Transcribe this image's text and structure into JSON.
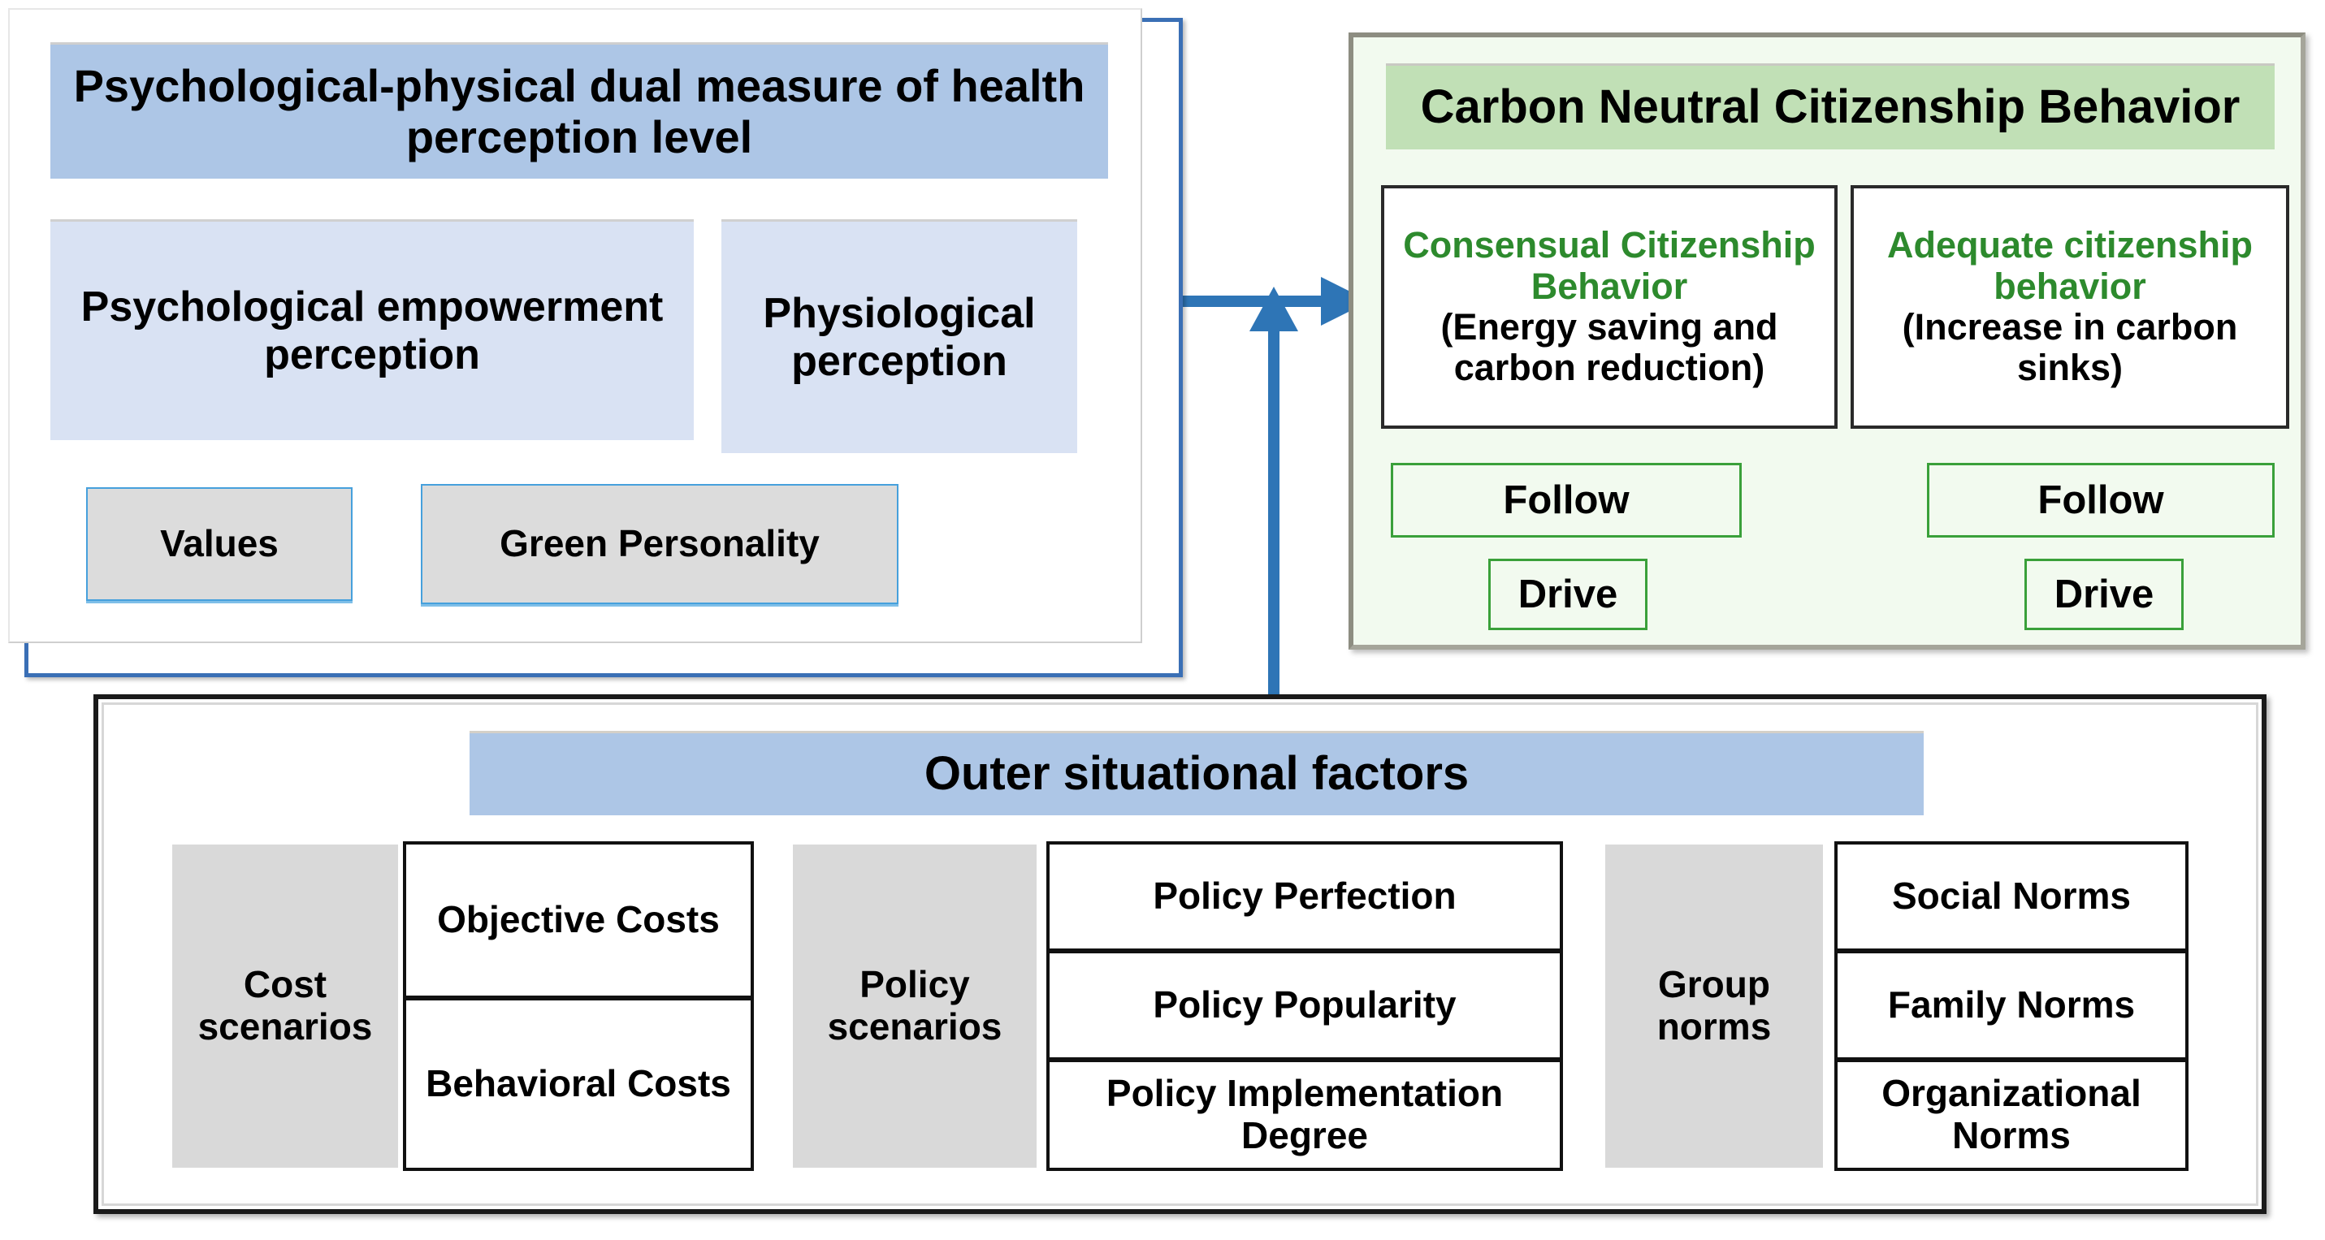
{
  "colors": {
    "blue_frame": "#3a6fb5",
    "header_blue": "#adc6e6",
    "light_blue": "#d9e2f3",
    "grey_box": "#d9d9d9",
    "green_header": "#c1e0b6",
    "green_panel": "#f2faef",
    "green_text": "#2d8a2d",
    "green_border": "#3aa03a",
    "arrow_blue": "#2e75b6",
    "connector_cyan": "#00b0f0",
    "black": "#000000"
  },
  "left_panel": {
    "title": "Psychological-physical dual measure of health perception level",
    "children": [
      {
        "label": "Psychological empowerment perception"
      },
      {
        "label": "Physiological perception"
      }
    ],
    "grandchildren": [
      {
        "label": "Values"
      },
      {
        "label": "Green Personality"
      }
    ]
  },
  "right_panel": {
    "title": "Carbon Neutral Citizenship Behavior",
    "behaviors": [
      {
        "green_title": "Consensual Citizenship Behavior",
        "black_subtitle": "(Energy saving and carbon reduction)",
        "follow_label": "Follow",
        "drive_label": "Drive"
      },
      {
        "green_title": "Adequate citizenship behavior",
        "black_subtitle": "(Increase in carbon sinks)",
        "follow_label": "Follow",
        "drive_label": "Drive"
      }
    ]
  },
  "bottom_panel": {
    "title": "Outer situational factors",
    "groups": [
      {
        "label": "Cost scenarios",
        "items": [
          "Objective Costs",
          "Behavioral Costs"
        ]
      },
      {
        "label": "Policy scenarios",
        "items": [
          "Policy Perfection",
          "Policy Popularity",
          "Policy Implementation Degree"
        ]
      },
      {
        "label": "Group norms",
        "items": [
          "Social Norms",
          "Family Norms",
          "Organizational Norms"
        ]
      }
    ]
  },
  "arrows": [
    {
      "name": "left-to-right-arrow",
      "direction": "right"
    },
    {
      "name": "bottom-to-right-arrow",
      "direction": "up"
    }
  ]
}
